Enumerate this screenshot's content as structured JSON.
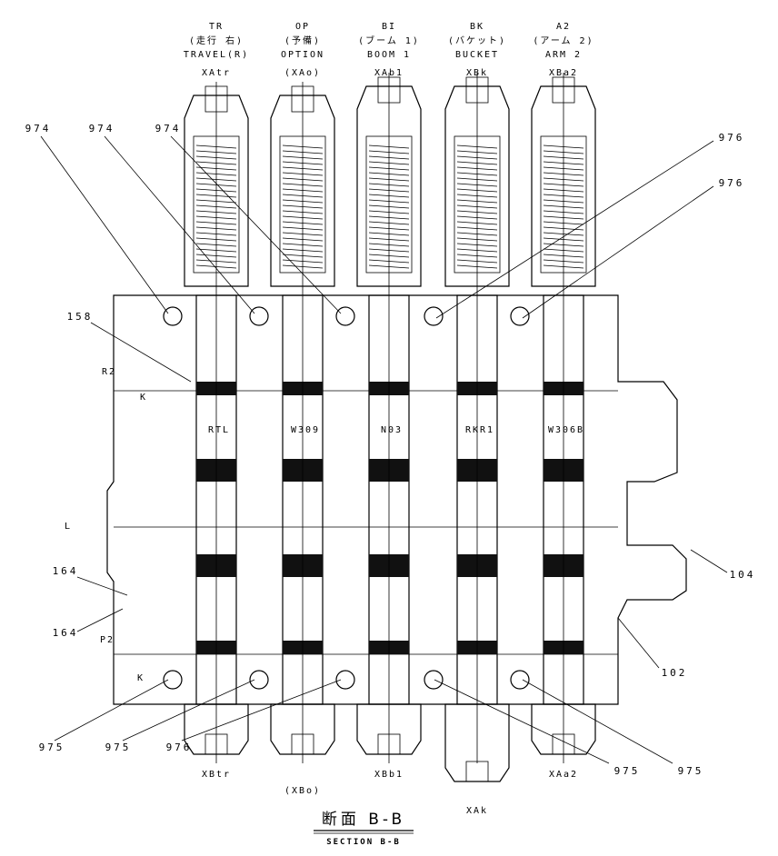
{
  "spools": [
    {
      "code": "TR",
      "jp": "(走行 右)",
      "en": "TRAVEL(R)",
      "port_top": "XAtr",
      "port_bottom": "XBtr",
      "spool_mark": "RTL"
    },
    {
      "code": "OP",
      "jp": "(予備)",
      "en": "OPTION",
      "port_top": "(XAo)",
      "port_bottom": "(XBo)",
      "spool_mark": "W309"
    },
    {
      "code": "BI",
      "jp": "(ブーム 1)",
      "en": "BOOM 1",
      "port_top": "XAb1",
      "port_bottom": "XBb1",
      "spool_mark": "N03"
    },
    {
      "code": "BK",
      "jp": "(バケット)",
      "en": "BUCKET",
      "port_top": "XBk",
      "port_bottom": "XAk",
      "spool_mark": "RKR1"
    },
    {
      "code": "A2",
      "jp": "(アーム 2)",
      "en": "ARM 2",
      "port_top": "XBa2",
      "port_bottom": "XAa2",
      "spool_mark": "W306B"
    }
  ],
  "callouts": {
    "c974a": "974",
    "c974b": "974",
    "c974c": "974",
    "c976a": "976",
    "c976b": "976",
    "c158": "158",
    "r2": "R2",
    "k1": "K",
    "l": "L",
    "c164a": "164",
    "c164b": "164",
    "p2": "P2",
    "k2": "K",
    "c104": "104",
    "c102": "102",
    "c975a": "975",
    "c975b": "975",
    "c976c": "976",
    "c975c": "975",
    "c975d": "975"
  },
  "title": {
    "jp": "断面",
    "section": "B-B",
    "en": "SECTION B-B"
  }
}
